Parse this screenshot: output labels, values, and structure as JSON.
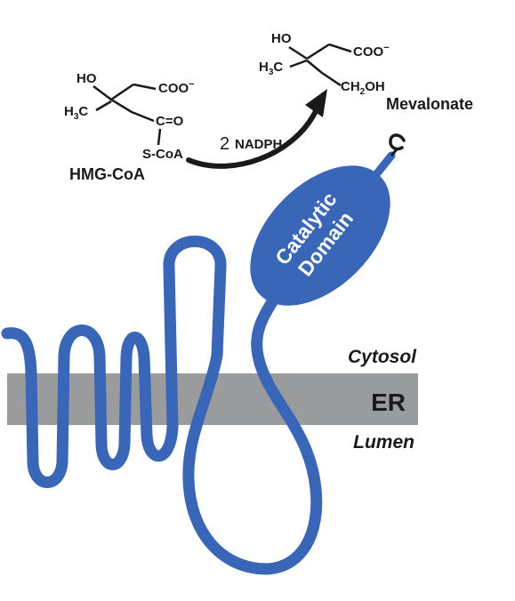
{
  "colors": {
    "protein": "#3a66b8",
    "membrane": "#9a9b9d",
    "text": "#1a1a1a",
    "domain_text": "#ffffff"
  },
  "substrate": {
    "ho": "HO",
    "coo": "COO",
    "h3c_h": "H",
    "h3c_sub": "3",
    "h3c_c": "C",
    "carbonyl": "C=O",
    "scoa": "S-CoA",
    "name": "HMG-CoA"
  },
  "reaction": {
    "coefficient": "2",
    "cofactor": "NADPH"
  },
  "product": {
    "ho": "HO",
    "coo": "COO",
    "h3c_h": "H",
    "h3c_sub": "3",
    "h3c_c": "C",
    "ch2_c": "CH",
    "ch2_sub": "2",
    "ch2_oh": "OH",
    "name": "Mevalonate"
  },
  "catalytic_domain": {
    "line1": "Catalytic",
    "line2": "Domain"
  },
  "compartments": {
    "cytosol": "Cytosol",
    "er": "ER",
    "lumen": "Lumen"
  }
}
